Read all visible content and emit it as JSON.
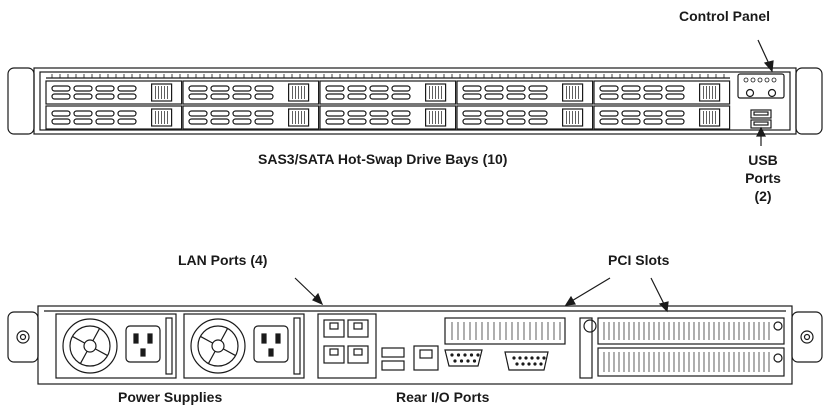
{
  "labels": {
    "control_panel": "Control Panel",
    "drive_bays": "SAS3/SATA Hot-Swap Drive Bays (10)",
    "usb_line1": "USB",
    "usb_line2": "Ports",
    "usb_line3": "(2)",
    "lan_ports": "LAN Ports (4)",
    "pci_slots": "PCI Slots",
    "power_supplies": "Power Supplies",
    "rear_io": "Rear I/O Ports"
  },
  "front": {
    "drive_bay_count": 10,
    "usb_port_count": 2
  },
  "rear": {
    "power_supply_count": 2,
    "lan_port_count": 4
  },
  "colors": {
    "line": "#1a1a1a",
    "fill": "#ffffff"
  }
}
